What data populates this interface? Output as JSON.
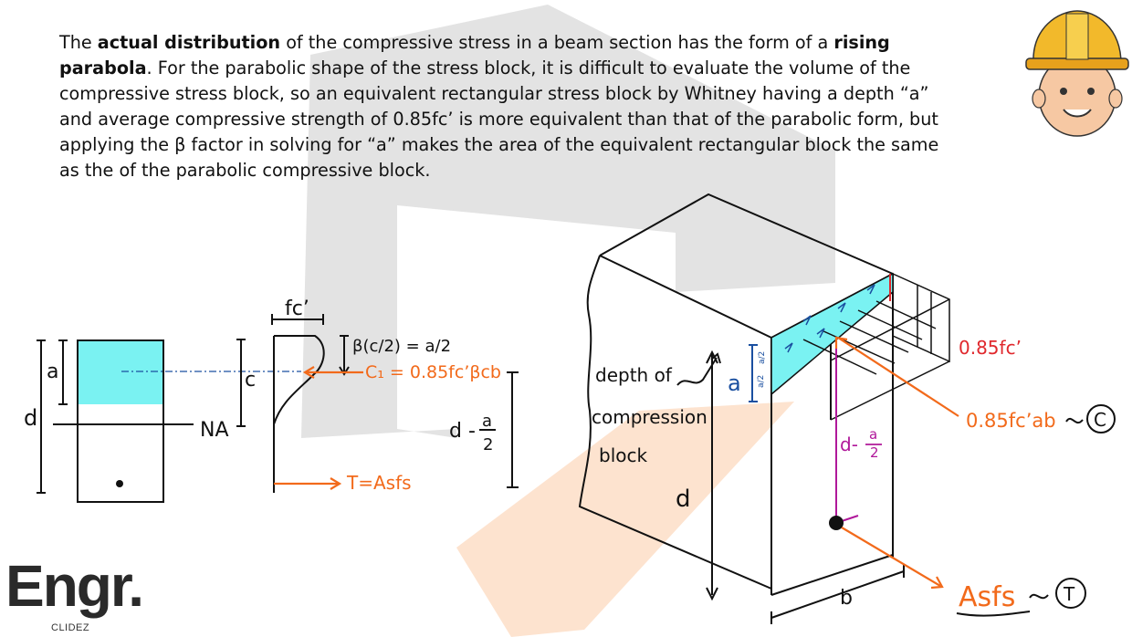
{
  "paragraph": {
    "s1": "The ",
    "s1_bold": "actual distribution",
    "s2": " of the compressive stress in a beam section has the form of a ",
    "s2_bold": "rising parabola",
    "s3": ". For the parabolic shape of the stress block, it is difficult to evaluate the volume of the compressive stress block, so an equivalent rectangular stress block by Whitney having a depth “a” and average compressive strength of 0.85fc’ is more equivalent than that of the parabolic form, but applying the β factor in solving for “a” makes the area of the equivalent rectangular block the same as the of the parabolic compressive block."
  },
  "left_diagram": {
    "label_a": "a",
    "label_d": "d",
    "label_c": "c",
    "label_na": "NA",
    "label_fc": "fc’",
    "label_beta": "β(c/2) = a/2",
    "label_c1": "C₁ = 0.85fc’βcb",
    "label_d_minus": "d -",
    "label_d_a": "a",
    "label_d_two": "2",
    "label_t": "T=Asfs"
  },
  "right_diagram": {
    "label_depth_1": "depth of",
    "label_depth_2": "compression",
    "label_depth_3": "block",
    "label_a": "a",
    "label_a2_top": "a/2",
    "label_a2_bot": "a/2",
    "label_d": "d",
    "label_b": "b",
    "label_085fc": "0.85fc’",
    "label_c_force": "0.85fc’ab",
    "label_c_circle": "C",
    "label_dm_d": "d-",
    "label_dm_a": "a",
    "label_dm_2": "2",
    "label_asfs": "Asfs",
    "label_t_circle": "T"
  },
  "logo": {
    "main": "Engr.",
    "sub": "CLIDEZ"
  },
  "colors": {
    "cyan_fill": "#7af2f2",
    "orange": "#f26a1b",
    "blue": "#1a4fa0",
    "magenta": "#b0189a",
    "red": "#e0282d",
    "watermark_gray": "#e2e2e2",
    "watermark_orange": "#fde3cf"
  },
  "icons": {
    "mascot": "engineer-mascot-icon"
  }
}
